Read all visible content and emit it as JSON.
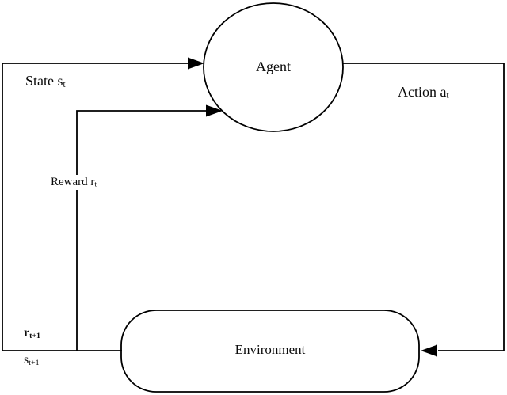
{
  "diagram": {
    "nodes": {
      "agent": {
        "label": "Agent",
        "shape": "circle"
      },
      "environment": {
        "label": "Environment",
        "shape": "rounded-rect"
      }
    },
    "labels": {
      "state": {
        "text": "State s",
        "sub": "t"
      },
      "action": {
        "text": "Action a",
        "sub": "t"
      },
      "reward": {
        "text": "Reward r",
        "sub": "t"
      },
      "reward_next": {
        "text": "r",
        "sub": "t+1"
      },
      "state_next": {
        "text": "s",
        "sub": "t+1"
      }
    },
    "colors": {
      "line": "#000000",
      "background": "#ffffff"
    }
  }
}
